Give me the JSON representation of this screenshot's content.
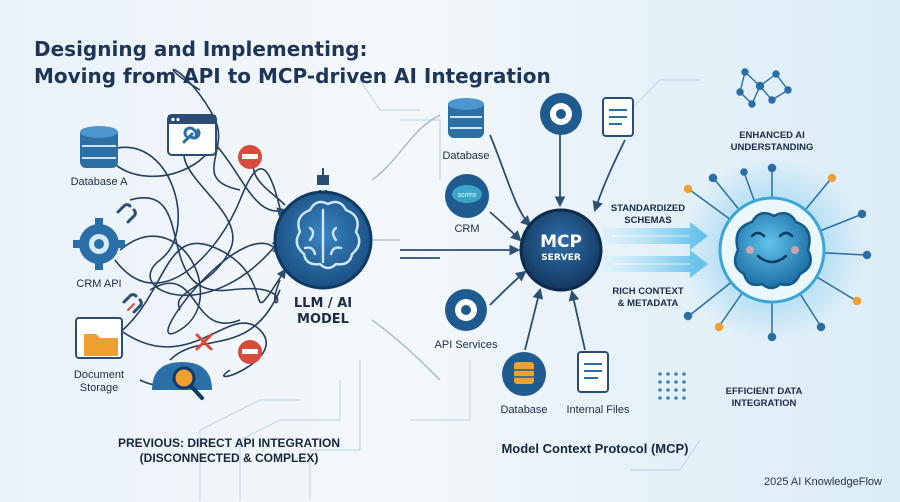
{
  "title": {
    "line1": "Designing and Implementing:",
    "line2": "Moving from API to MCP-driven AI Integration"
  },
  "left": {
    "sources": {
      "database_a": "Database A",
      "crm_api": "CRM API",
      "document_storage": "Document\nStorage"
    },
    "model_label": "LLM / AI\nMODEL",
    "caption": "PREVIOUS: DIRECT API INTEGRATION\n(DISCONNECTED & COMPLEX)"
  },
  "right": {
    "sources": {
      "database_top": "Database",
      "crm": "CRM",
      "crm_logo": "scrms",
      "api_services": "API Services",
      "database_bottom": "Database",
      "internal_files": "Internal Files"
    },
    "server": {
      "line1": "MCP",
      "line2": "SERVER"
    },
    "flows": {
      "standardized": "STANDARDIZED\nSCHEMAS",
      "rich": "RICH CONTEXT\n& METADATA"
    },
    "outcomes": {
      "enhanced": "ENHANCED AI\nUNDERSTANDING",
      "efficient": "EFFICIENT DATA\nINTEGRATION"
    },
    "caption": "Model Context Protocol (MCP)"
  },
  "footer": "2025 AI KnowledgeFlow",
  "colors": {
    "navy": "#1d3557",
    "brain_blue": "#2b6fa8",
    "accent_orange": "#f0a030",
    "stop_red": "#d94b3d",
    "link_teal": "#3aa5c8"
  }
}
